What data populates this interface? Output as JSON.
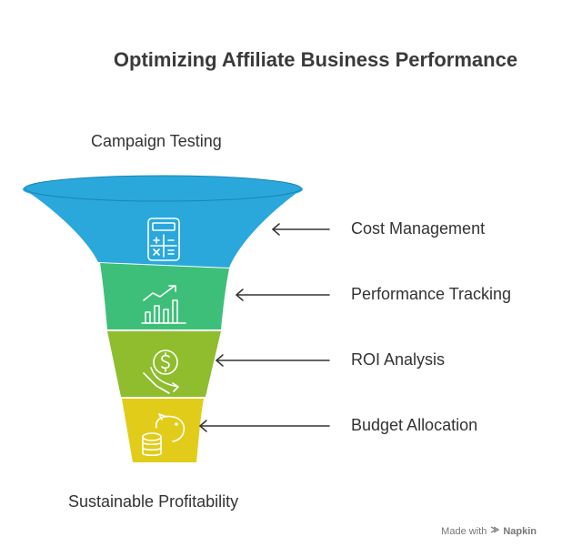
{
  "title": "Optimizing Affiliate Business Performance",
  "top_label": "Campaign Testing",
  "bottom_label": "Sustainable Profitability",
  "stages": [
    {
      "label": "Cost Management",
      "icon": "calculator-icon",
      "color": "#2aa8dc"
    },
    {
      "label": "Performance Tracking",
      "icon": "growth-chart-icon",
      "color": "#3dbf7a"
    },
    {
      "label": "ROI Analysis",
      "icon": "dollar-return-icon",
      "color": "#8fbd2e"
    },
    {
      "label": "Budget Allocation",
      "icon": "piggy-bank-icon",
      "color": "#e2cc1a"
    }
  ],
  "footer": {
    "made_with": "Made with",
    "brand": "Napkin"
  }
}
